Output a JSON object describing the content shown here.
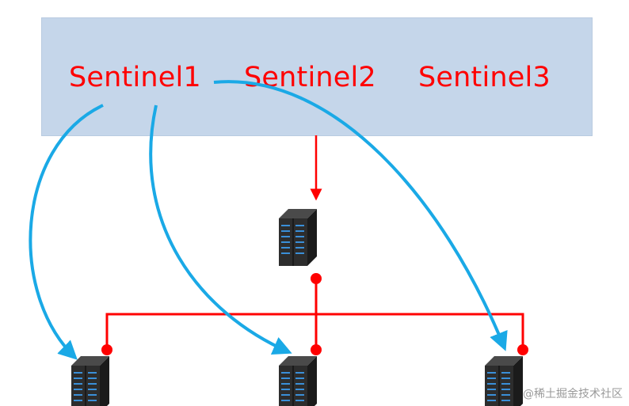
{
  "diagram": {
    "sentinels": [
      {
        "label": "Sentinel1"
      },
      {
        "label": "Sentinel2"
      },
      {
        "label": "Sentinel3"
      }
    ],
    "colors": {
      "box_fill": "#c5d6ea",
      "sentinel_text": "#ff0000",
      "connection_red": "#ff0000",
      "monitor_arrow_blue": "#1aa9e6",
      "server_body": "#2b2b2b",
      "server_led": "#3a8fd8"
    },
    "servers": [
      {
        "role": "master",
        "icon": "server-rack-icon"
      },
      {
        "role": "replica",
        "icon": "server-rack-icon"
      },
      {
        "role": "replica",
        "icon": "server-rack-icon"
      },
      {
        "role": "replica",
        "icon": "server-rack-icon"
      }
    ]
  },
  "watermark": {
    "text": "@稀土掘金技术社区"
  }
}
